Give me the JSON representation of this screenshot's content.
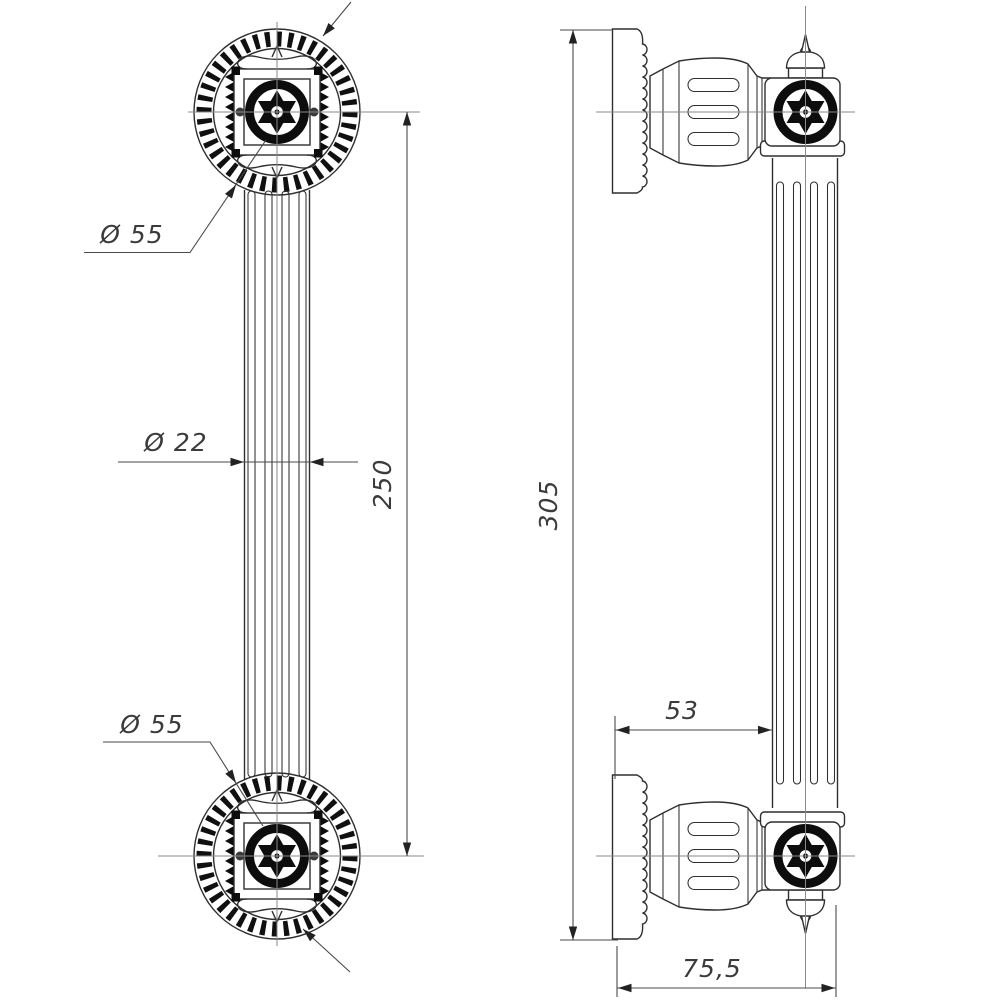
{
  "drawing": {
    "background": "#ffffff",
    "line_color": "#2f2f2f",
    "ornament_color": "#0d0d0d",
    "dimension_color": "#4a4a4a",
    "labels": {
      "rosette_top_dia": "Ø 55",
      "rosette_bottom_dia": "Ø 55",
      "tube_dia": "Ø 22",
      "centre_distance": "250",
      "overall_height": "305",
      "wall_to_tube_face": "53",
      "overall_projection": "75,5"
    },
    "values": {
      "rosette_diameter": 55,
      "tube_diameter": 22,
      "centre_distance": 250,
      "overall_height": 305,
      "wall_to_tube_face": 53,
      "overall_projection": 75.5
    }
  }
}
